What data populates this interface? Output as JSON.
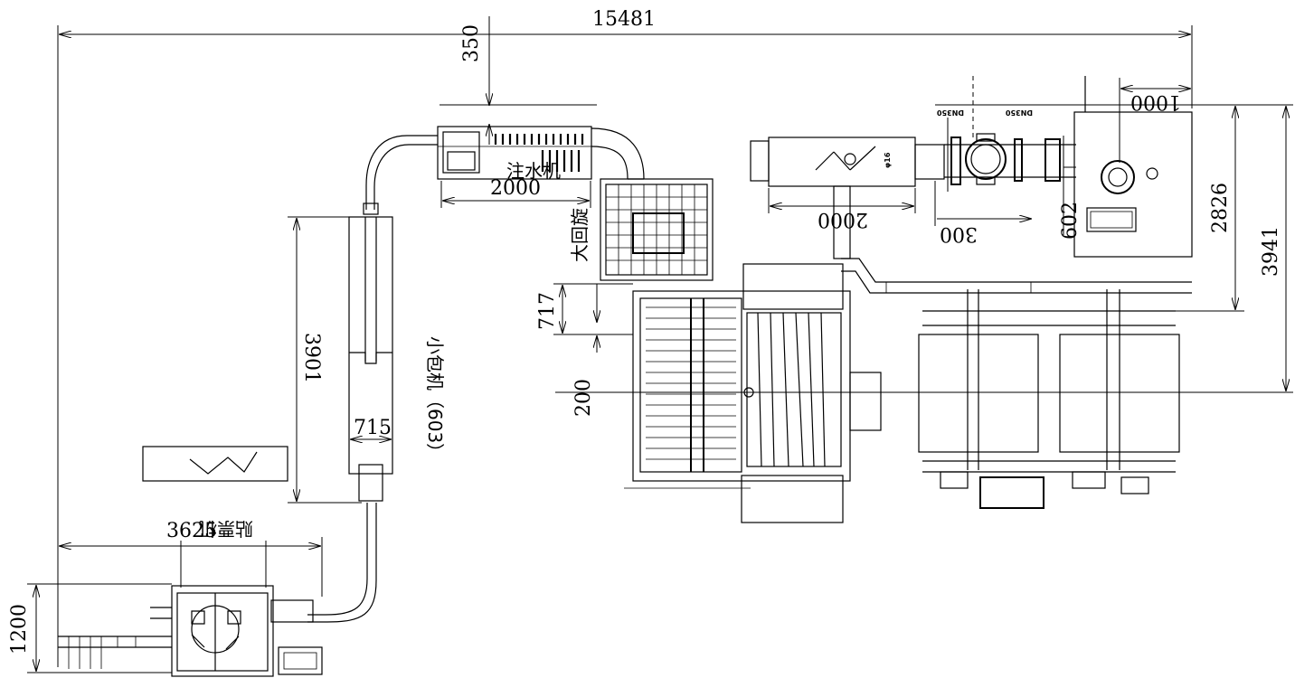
{
  "dimensions": {
    "overall_width": "15481",
    "top_offset": "350",
    "water_machine_width": "2000",
    "tank_width": "2000",
    "offset_300": "300",
    "offset_602": "602",
    "top_right_1000": "1000",
    "right_2826": "2826",
    "right_3941": "3941",
    "left_3901": "3901",
    "width_715": "715",
    "dim_717": "717",
    "dim_200": "200",
    "bottom_3625": "3625",
    "bottom_1200": "1200"
  },
  "labels": {
    "water_injection_machine": "注水机",
    "large_rotary": "大回旋",
    "small_packing_machine": "小包机（603）",
    "labeling_machine": "贴票机",
    "dn_left": "DN350",
    "dn_right": "DN350"
  }
}
